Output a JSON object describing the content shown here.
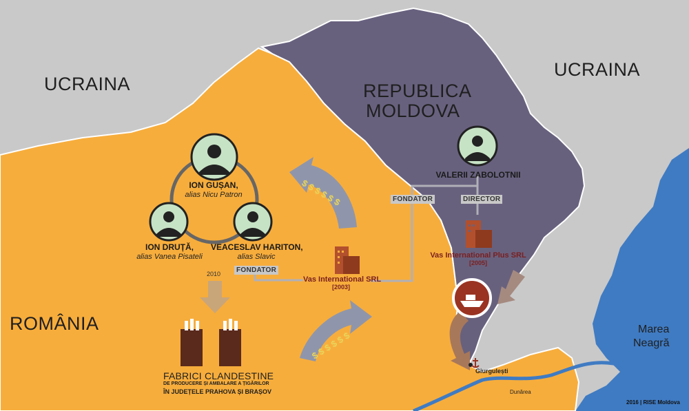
{
  "map": {
    "labels": {
      "ucraina_left": "UCRAINA",
      "ucraina_right": "UCRAINA",
      "moldova_line1": "REPUBLICA",
      "moldova_line2": "MOLDOVA",
      "romania": "ROMÂNIA",
      "sea_line1": "Marea",
      "sea_line2": "Neagră",
      "river": "Dunărea",
      "port": "Giurgulești"
    },
    "people": {
      "gusan_name": "ION GUȘAN,",
      "gusan_alias": "alias Nicu Patron",
      "druta_name": "ION DRUȚĂ,",
      "druta_alias": "alias Vanea Pisateli",
      "hariton_name": "VEACESLAV HARITON,",
      "hariton_alias": "alias Slavic",
      "zabolotnii_name": "VALERII ZABOLOTNII"
    },
    "tags": {
      "fondator_ro": "FONDATOR",
      "fondator_md": "FONDATOR",
      "director": "DIRECTOR"
    },
    "companies": {
      "vas_intl_name": "Vas International SRL",
      "vas_intl_year": "[2003]",
      "vas_plus_name": "Vas International Plus SRL",
      "vas_plus_year": "[2005]"
    },
    "factories": {
      "title": "FABRICI CLANDESTINE",
      "subtitle": "DE PRODUCERE ȘI AMBALARE A ȚIGĂRILOR",
      "location": "ÎN JUDEȚELE PRAHOVA ȘI BRAȘOV"
    },
    "money_top": "$ $ $ $ $ $",
    "money_bottom": "$ $ $ $ $ $",
    "year_arrow": "2010",
    "credit": "2016 | RISE Moldova",
    "colors": {
      "romania": "#f7ad3c",
      "moldova": "#68617e",
      "ukraine": "#c9c9c9",
      "sea": "#3f7bc3",
      "building": "#b2502d",
      "text_company": "#7a1f1f",
      "arrow": "#8f96ab"
    }
  }
}
